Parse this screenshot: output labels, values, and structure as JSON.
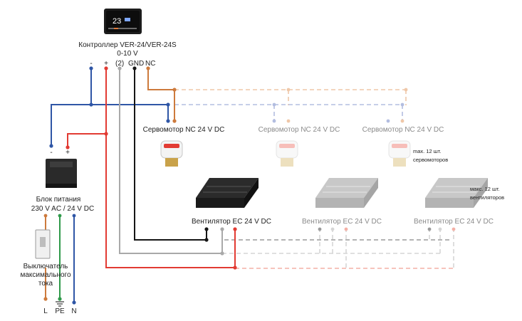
{
  "controller": {
    "title": "Контроллер VER-24/VER-24S",
    "range": "0-10 V",
    "display_value": "23",
    "terminals": {
      "minus": "-",
      "plus": "+",
      "zero_ten": "(2)",
      "gnd": "GND",
      "nc": "NC"
    }
  },
  "power_supply": {
    "minus": "-",
    "plus": "+",
    "title": "Блок питания",
    "spec": "230 V AC / 24 V DC"
  },
  "breaker": {
    "line1": "Выключатель",
    "line2": "максимального",
    "line3": "тока",
    "terminals": {
      "l": "L",
      "pe": "PE",
      "n": "N"
    }
  },
  "actuators": {
    "label_1": "Сервомотор NC 24 V DC",
    "label_2": "Сервомотор NC 24 V DC",
    "label_3": "Сервомотор NC 24 V DC",
    "note_line1": "max. 12 шт.",
    "note_line2": "сервомоторов"
  },
  "fans": {
    "label_1": "Вентилятор EC 24 V DC",
    "label_2": "Вентилятор EC 24 V DC",
    "label_3": "Вентилятор EC 24 V DC",
    "note_line1": "макс. 12 шт.",
    "note_line2": "вентиляторов"
  },
  "colors": {
    "wire_blue": "#2f56a6",
    "wire_red": "#e23b33",
    "wire_gray": "#a9a9a9",
    "wire_black": "#151515",
    "wire_orange": "#cd7a3c",
    "wire_green": "#2f9a4a",
    "faded_blue": "#b3bde0",
    "faded_red": "#f4b0a6",
    "faded_gray": "#d6d6d6",
    "faded_black": "#9a9a9a",
    "faded_orange": "#efc7a8"
  }
}
